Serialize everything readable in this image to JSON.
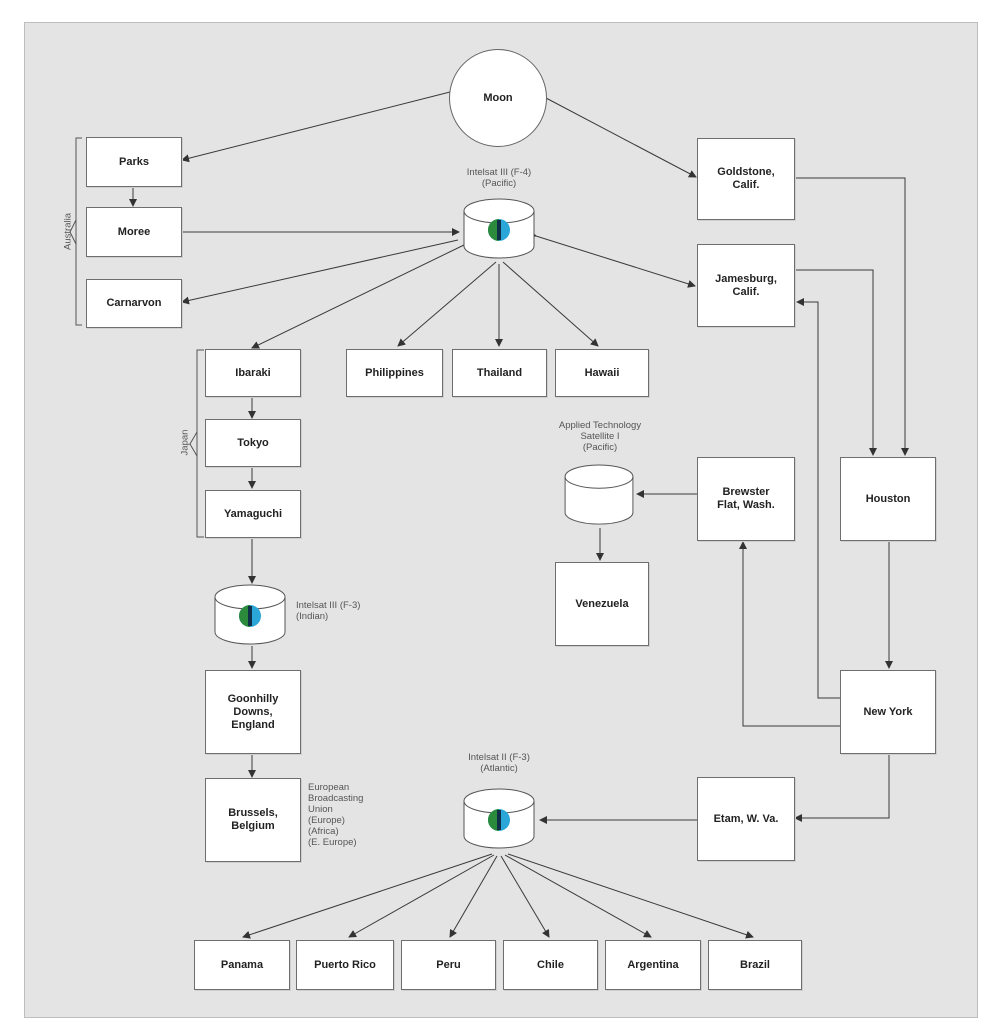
{
  "diagram": {
    "moon": "Moon",
    "australia": {
      "label": "Australia",
      "parks": "Parks",
      "moree": "Moree",
      "carnarvon": "Carnarvon"
    },
    "us": {
      "goldstone": "Goldstone,\nCalif.",
      "jamesburg": "Jamesburg,\nCalif.",
      "brewster": "Brewster\nFlat, Wash.",
      "houston": "Houston",
      "new_york": "New York",
      "etam": "Etam, W. Va."
    },
    "pacific_satellite": {
      "caption": "Intelsat III (F-4)\n(Pacific)"
    },
    "pacific_countries": [
      "Philippines",
      "Thailand",
      "Hawaii"
    ],
    "japan": {
      "label": "Japan",
      "ibaraki": "Ibaraki",
      "tokyo": "Tokyo",
      "yamaguchi": "Yamaguchi"
    },
    "indian_satellite": {
      "caption": "Intelsat III (F-3)\n(Indian)"
    },
    "europe": {
      "goonhilly": "Goonhilly\nDowns,\nEngland",
      "brussels": "Brussels,\nBelgium",
      "note": "European\nBroadcasting\nUnion\n(Europe)\n(Africa)\n(E. Europe)"
    },
    "ats": {
      "caption": "Applied Technology\nSatellite I\n(Pacific)",
      "venezuela": "Venezuela"
    },
    "atlantic_satellite": {
      "caption": "Intelsat II (F-3)\n(Atlantic)"
    },
    "south_america": [
      "Panama",
      "Puerto Rico",
      "Peru",
      "Chile",
      "Argentina",
      "Brazil"
    ]
  }
}
